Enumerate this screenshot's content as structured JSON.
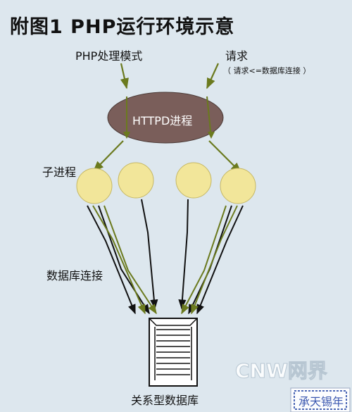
{
  "title": "附图1  PHP运行环境示意",
  "labels": {
    "php_mode": "PHP处理模式",
    "request": "请求",
    "request_note": "（ 请求<=数据库连接 ）",
    "httpd": "HTTPD进程",
    "child_process": "子进程",
    "db_connection": "数据库连接",
    "relational_db": "关系型数据库"
  },
  "watermark": {
    "brand": "CNW网界",
    "stamp": "承天锡年"
  },
  "colors": {
    "background": "#dde7ee",
    "httpd_fill": "#7a5e5a",
    "process_fill": "#f2e69a",
    "green_arrow": "#6b7a1e",
    "black_arrow": "#111111"
  }
}
